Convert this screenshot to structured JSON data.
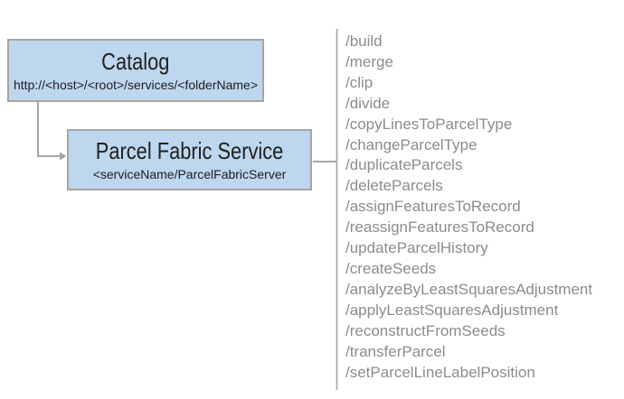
{
  "diagram": {
    "catalog_box": {
      "title": "Catalog",
      "subtitle": "http://<host>/<root>/services/<folderName>"
    },
    "service_box": {
      "title": "Parcel Fabric Service",
      "subtitle": "<serviceName/ParcelFabricServer"
    },
    "endpoints": [
      "/build",
      "/merge",
      "/clip",
      "/divide",
      "/copyLinesToParcelType",
      "/changeParcelType",
      "/duplicateParcels",
      "/deleteParcels",
      "/assignFeaturesToRecord",
      "/reassignFeaturesToRecord",
      "/updateParcelHistory",
      "/createSeeds",
      "/analyzeByLeastSquaresAdjustment",
      "/applyLeastSquaresAdjustment",
      "/reconstructFromSeeds",
      "/transferParcel",
      "/setParcelLineLabelPosition"
    ],
    "colors": {
      "box_fill": "#BDD7EE",
      "box_border": "#A6A6A6",
      "connector": "#A6A6A6",
      "endpoint_text": "#8C8C8C",
      "text": "#202020",
      "background": "#FFFFFF"
    }
  }
}
